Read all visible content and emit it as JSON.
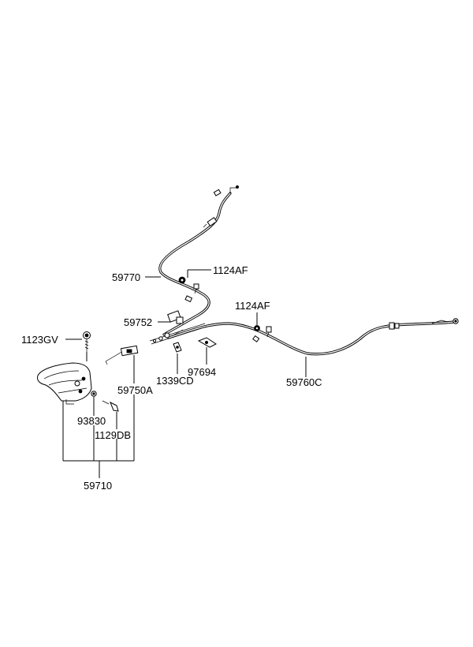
{
  "labels": {
    "p59770": "59770",
    "p1124AF_top": "1124AF",
    "p1124AF_mid": "1124AF",
    "p59752": "59752",
    "p1123GV": "1123GV",
    "p97694": "97694",
    "p1339CD": "1339CD",
    "p59750A": "59750A",
    "p59760C": "59760C",
    "p93830": "93830",
    "p1129DB": "1129DB",
    "p59710": "59710"
  }
}
